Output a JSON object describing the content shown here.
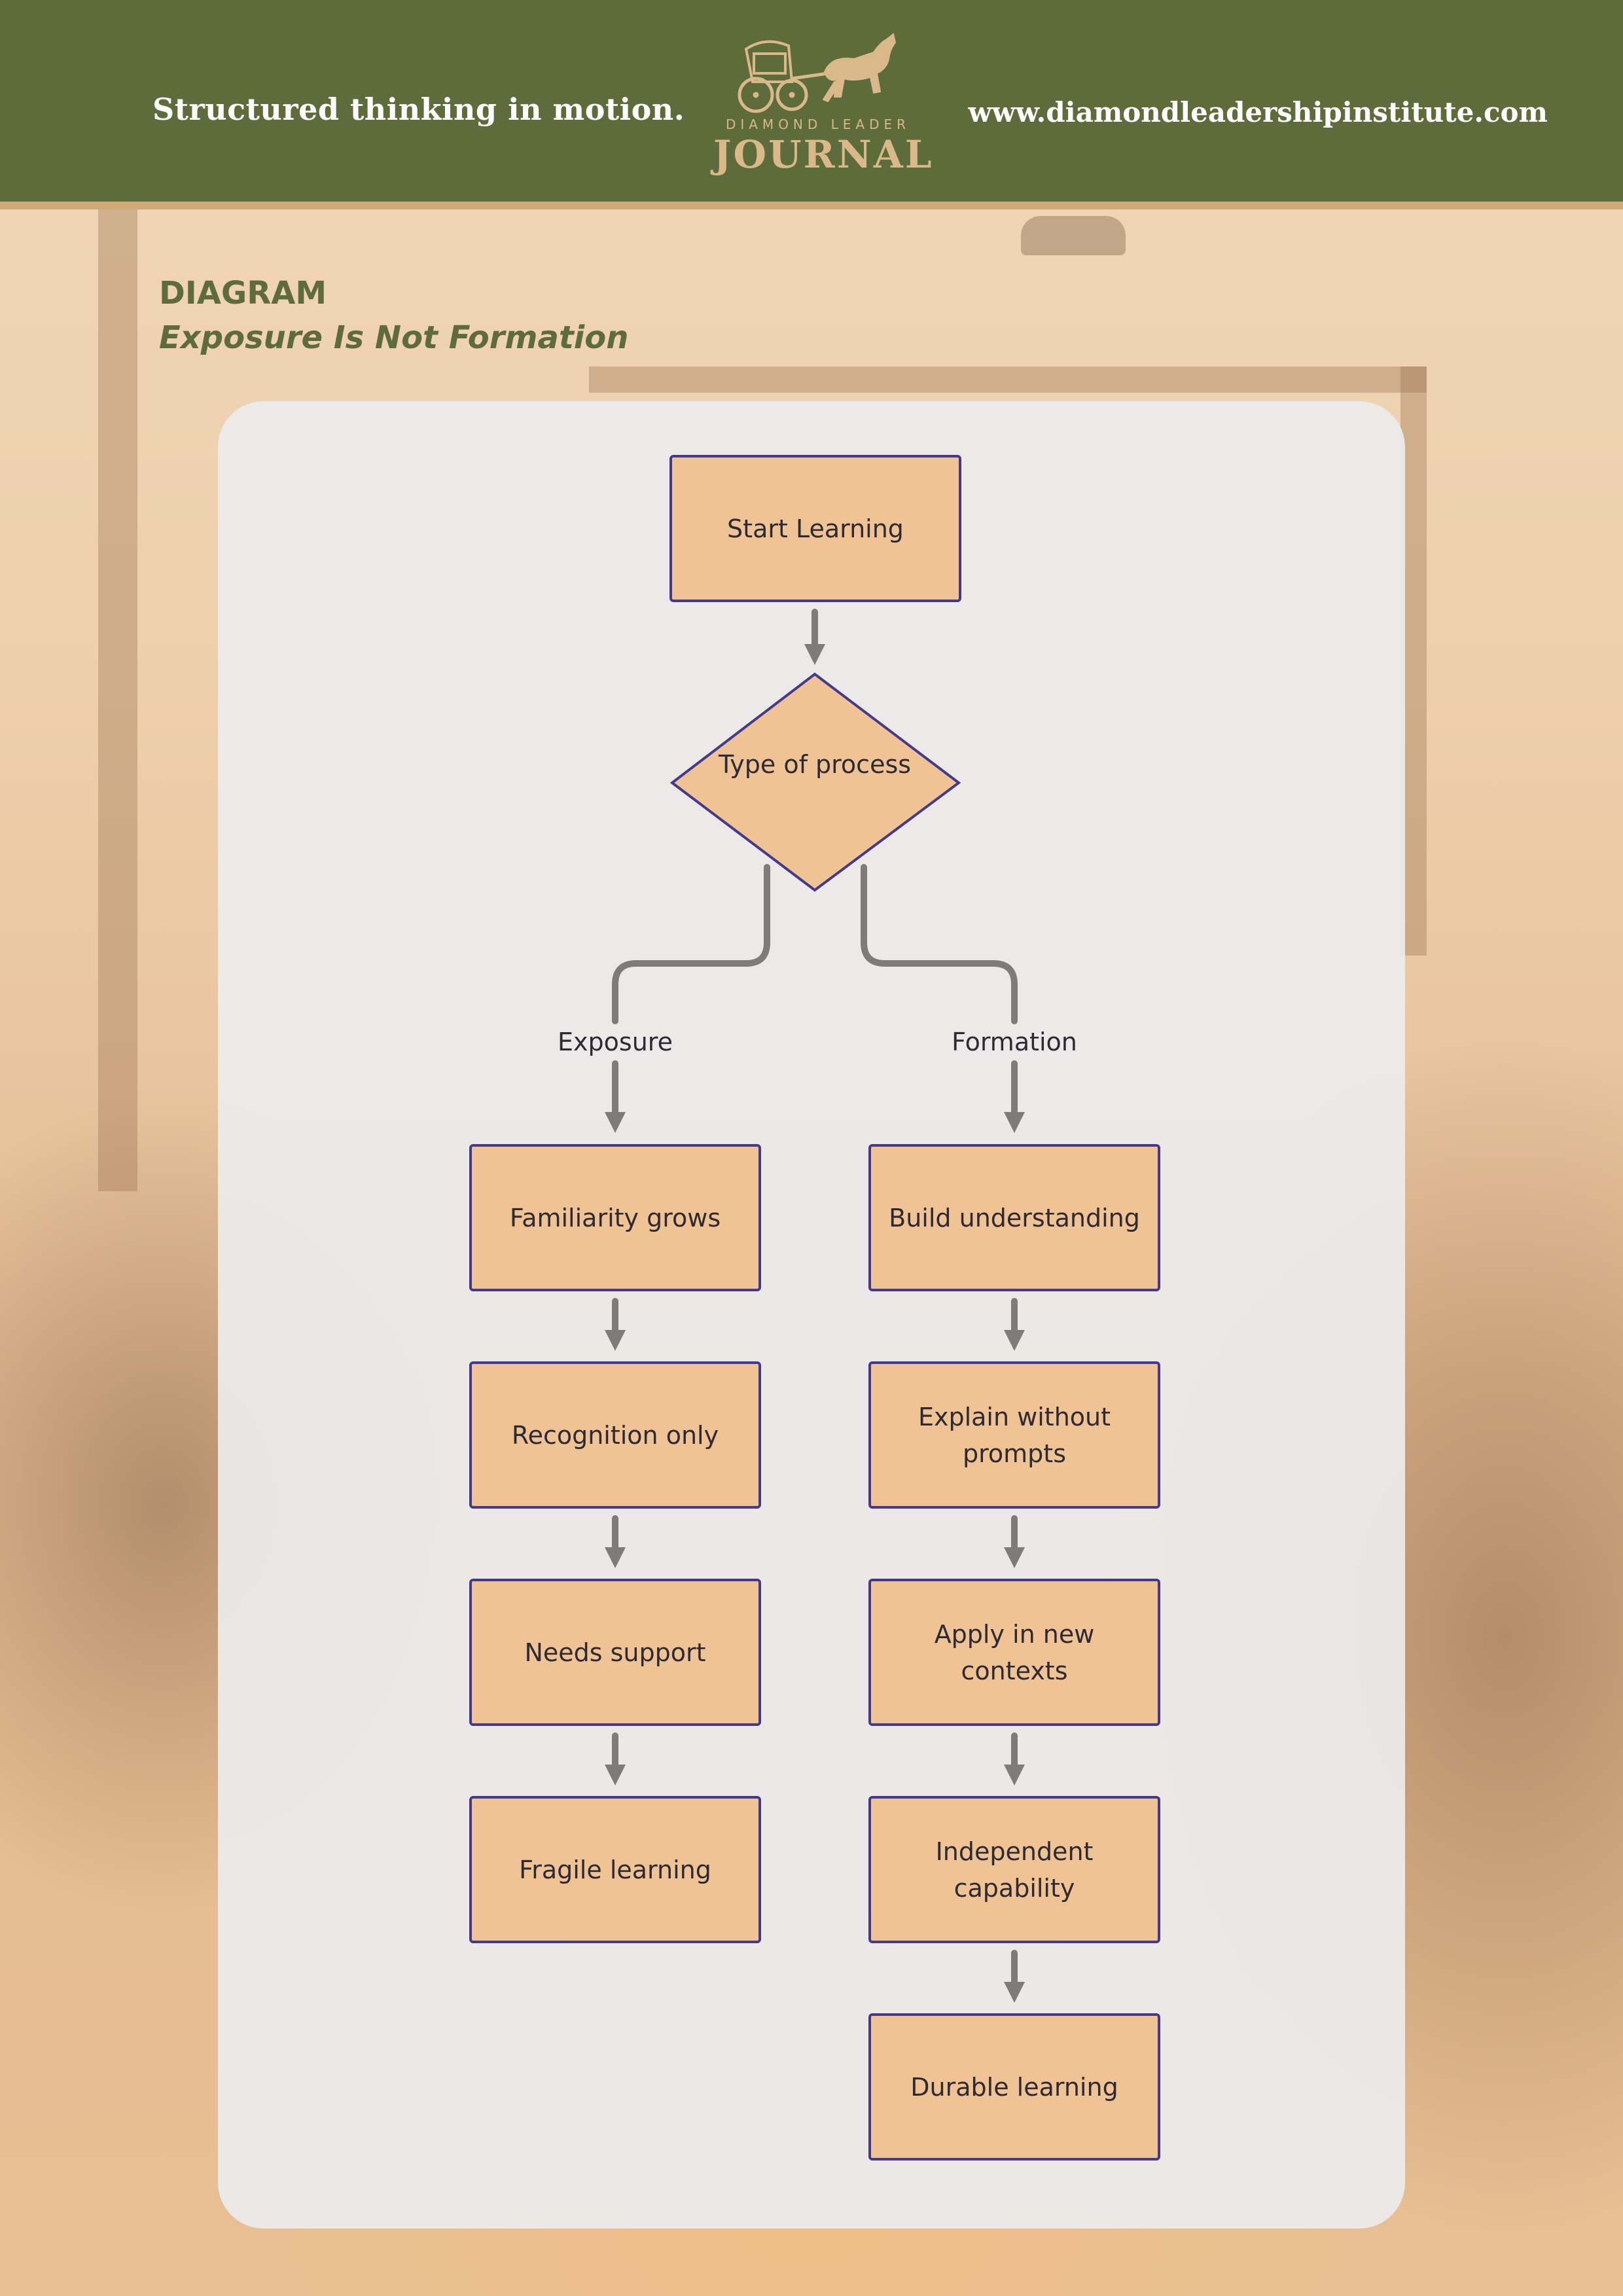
{
  "header": {
    "tagline": "Structured thinking in motion.",
    "website": "www.diamondleadershipinstitute.com",
    "logo": {
      "small": "DIAMOND LEADER",
      "big": "JOURNAL",
      "icon": "horse-carriage-icon"
    }
  },
  "heading": {
    "kicker": "DIAGRAM",
    "title": "Exposure Is Not Formation"
  },
  "diagram": {
    "start": "Start Learning",
    "decision": "Type of process",
    "branches": {
      "exposure": {
        "label": "Exposure",
        "steps": [
          "Familiarity grows",
          "Recognition only",
          "Needs support",
          "Fragile learning"
        ]
      },
      "formation": {
        "label": "Formation",
        "steps": [
          "Build understanding",
          "Explain without prompts",
          "Apply in new contexts",
          "Independent capability",
          "Durable learning"
        ]
      }
    }
  },
  "colors": {
    "header_green": "#5e6b3a",
    "accent_tan": "#cfa978",
    "node_fill": "#efc393",
    "node_border": "#433a8c",
    "connector": "#7f7b78",
    "panel": "#ececee"
  }
}
